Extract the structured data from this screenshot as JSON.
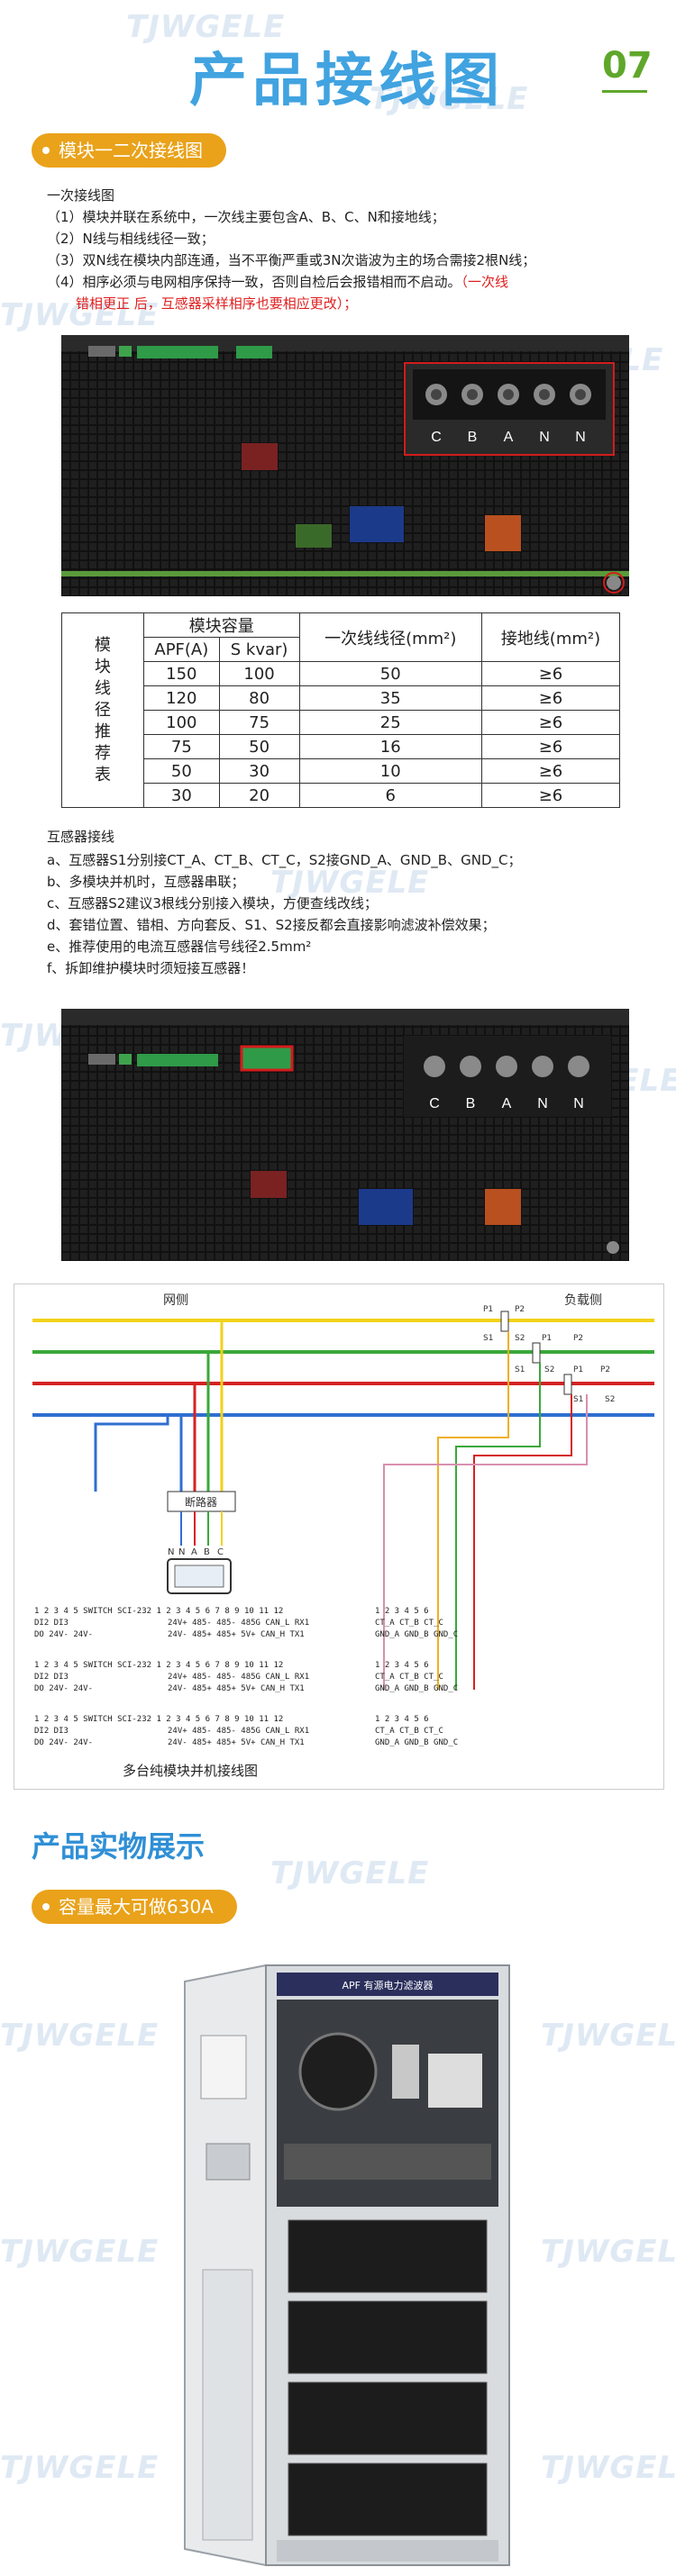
{
  "header": {
    "title": "产品接线图",
    "page_number": "07"
  },
  "watermark": "TJWGELE",
  "section1": {
    "pill": "模块一二次接线图",
    "heading": "一次接线图",
    "items": [
      "（1）模块并联在系统中，一次线主要包含A、B、C、N和接地线；",
      "（2）N线与相线线径一致；",
      "（3）双N线在模块内部连通，当不平衡严重或3N次谐波为主的场合需接2根N线；",
      "（4）相序必须与电网相序保持一致，否则自检后会报错相而不启动。"
    ],
    "red_note_1": "（一次线",
    "red_note_2": "错相更正 后，互感器采样相序也要相应更改）；"
  },
  "terminal_labels": [
    "C",
    "B",
    "A",
    "N",
    "N"
  ],
  "table": {
    "side_label": [
      "模",
      "块",
      "线",
      "径",
      "推",
      "荐",
      "表"
    ],
    "header_capacity": "模块容量",
    "header_apf": "APF(A)",
    "header_s": "S    kvar)",
    "header_wire": "一次线线径(mm²)",
    "header_ground": "接地线(mm²)",
    "rows": [
      [
        "150",
        "100",
        "50",
        "≥6"
      ],
      [
        "120",
        "80",
        "35",
        "≥6"
      ],
      [
        "100",
        "75",
        "25",
        "≥6"
      ],
      [
        "75",
        "50",
        "16",
        "≥6"
      ],
      [
        "50",
        "30",
        "10",
        "≥6"
      ],
      [
        "30",
        "20",
        "6",
        "≥6"
      ]
    ]
  },
  "section2": {
    "heading": "互感器接线",
    "items": [
      "a、互感器S1分别接CT_A、CT_B、CT_C，S2接GND_A、GND_B、GND_C；",
      "b、多模块并机时，互感器串联；",
      "c、互感器S2建议3根线分别接入模块，方便查线改线；",
      "d、套错位置、错相、方向套反、S1、S2接反都会直接影响滤波补偿效果；",
      "e、推荐使用的电流互感器信号线径2.5mm²",
      "f、拆卸维护模块时须短接互感器！"
    ]
  },
  "diagram": {
    "grid_side": "网侧",
    "load_side": "负载侧",
    "breaker": "断路器",
    "phase_labels": [
      "N",
      "N",
      "A",
      "B",
      "C"
    ],
    "ct_labels": [
      "P1",
      "P2",
      "S1",
      "S2",
      "P1",
      "P2",
      "S1",
      "S2",
      "P1",
      "P2",
      "S1",
      "S2"
    ],
    "top_terminals": "1 2 3 4 5 SWITCH SCI-232 1 2 3 4 5 6 7 8 9 10 11 12",
    "labels_row1": "DI2 DI3",
    "labels_row2": "DO 24V- 24V-",
    "labels_row3": "24V+ 485- 485- 485G CAN_L RX1",
    "labels_row4": "24V- 485+ 485+ 5V+ CAN_H TX1",
    "ct_term": "1 2 3 4 5 6",
    "ct_row1": "CT_A CT_B CT_C",
    "ct_row2": "GND_A GND_B GND_C",
    "caption": "多台纯模块并机接线图"
  },
  "section3": {
    "title": "产品实物展示",
    "pill": "容量最大可做630A",
    "cabinet_label": "APF 有源电力滤波器"
  },
  "colors": {
    "title": "#41a3e0",
    "accent_orange": "#e9a21a",
    "accent_green": "#5fa72b",
    "red": "#e02020",
    "line_yellow": "#f1d21a",
    "line_green": "#3aa83a",
    "line_red": "#d42222",
    "line_blue": "#2f6fd0"
  }
}
